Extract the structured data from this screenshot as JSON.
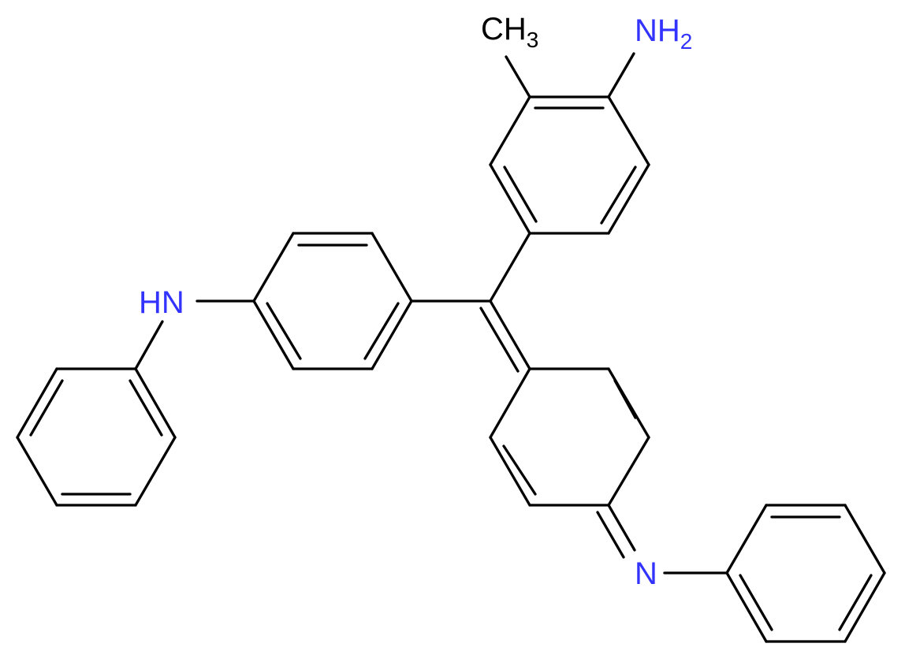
{
  "colors": {
    "background": "#ffffff",
    "bond": "#000000",
    "nitrogen": "#3333ff",
    "carbon_label": "#000000"
  },
  "labels": {
    "amine": {
      "main": "NH",
      "sub": "2"
    },
    "methyl": {
      "main": "CH",
      "sub": "3"
    },
    "sec_amine": "HN",
    "imine": "N"
  }
}
